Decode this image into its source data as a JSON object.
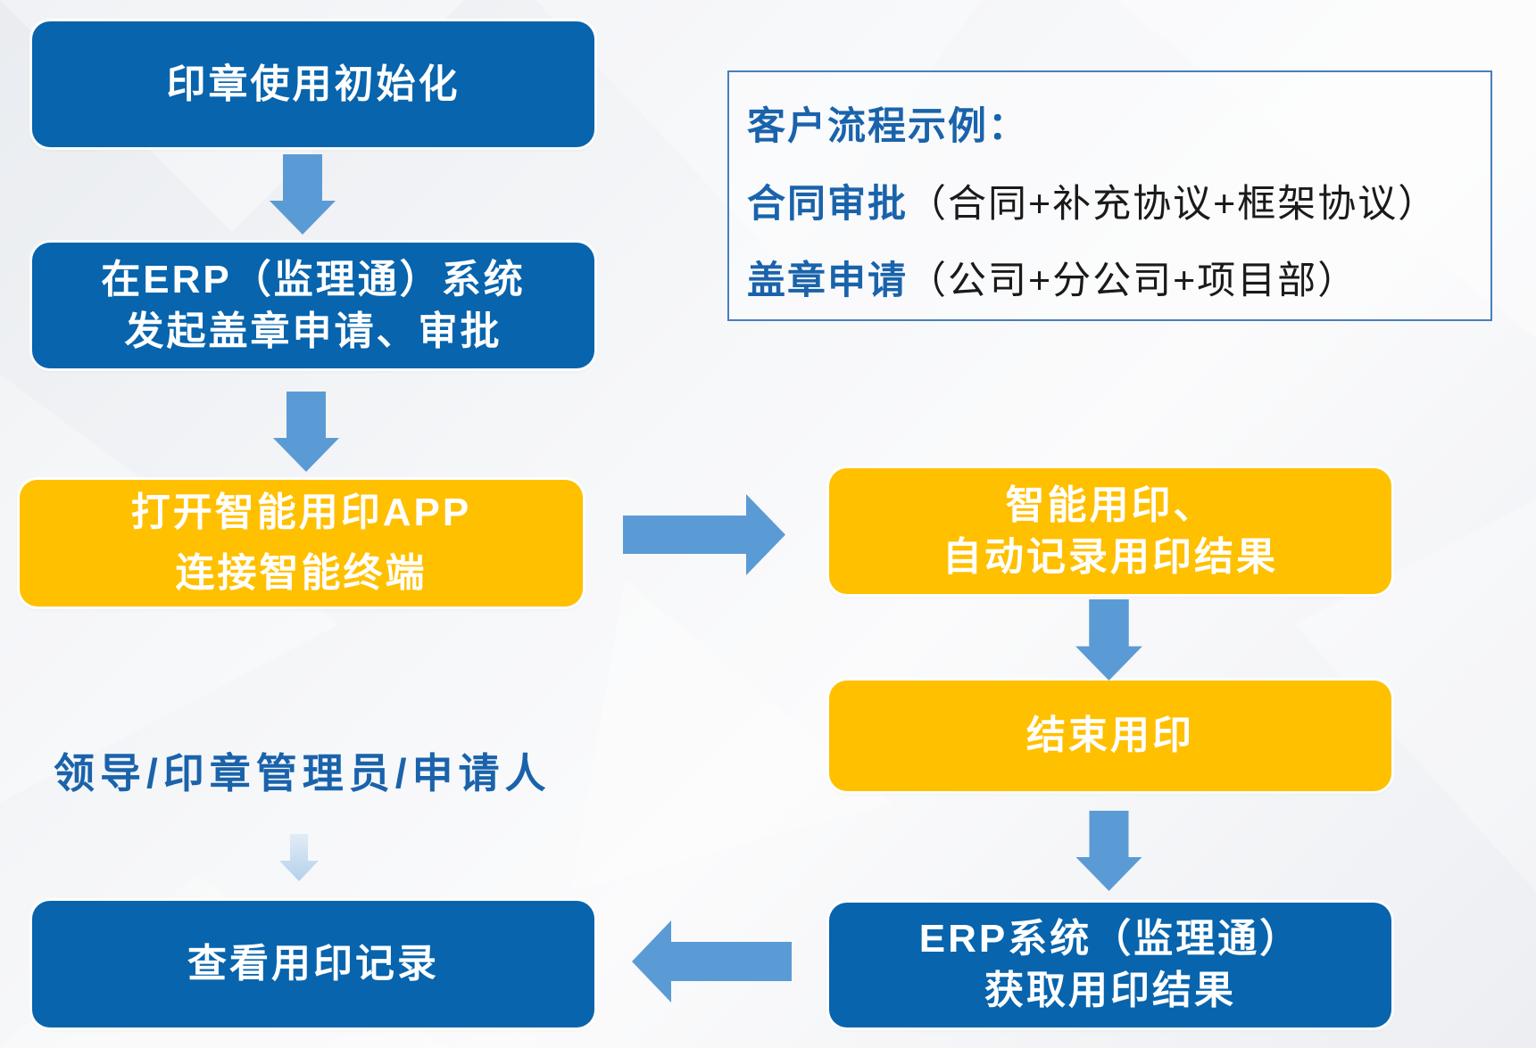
{
  "steps": {
    "init": {
      "line1": "印章使用初始化"
    },
    "apply": {
      "line1": "在ERP（监理通）系统",
      "line2": "发起盖章申请、审批"
    },
    "open_app": {
      "line1": "打开智能用印APP",
      "line2": "连接智能终端"
    },
    "smart_seal": {
      "line1": "智能用印、",
      "line2": "自动记录用印结果"
    },
    "end_seal": {
      "line1": "结束用印"
    },
    "erp_result": {
      "line1": "ERP系统（监理通）",
      "line2": "获取用印结果"
    },
    "view_records": {
      "line1": "查看用印记录"
    }
  },
  "examples": {
    "title": "客户流程示例：",
    "items": [
      {
        "label": "合同审批",
        "detail": "（合同+补充协议+框架协议）"
      },
      {
        "label": "盖章申请",
        "detail": "（公司+分公司+项目部）"
      }
    ]
  },
  "roles_label": "领导/印章管理员/申请人",
  "colors": {
    "blue": "#0764ad",
    "yellow": "#ffc000",
    "arrow": "#5b9bd5",
    "text-blue": "#1a63ab",
    "border-blue": "#4a7dbf"
  },
  "icons": {
    "down": "arrow-down-icon",
    "right": "arrow-right-icon",
    "left": "arrow-left-icon"
  }
}
